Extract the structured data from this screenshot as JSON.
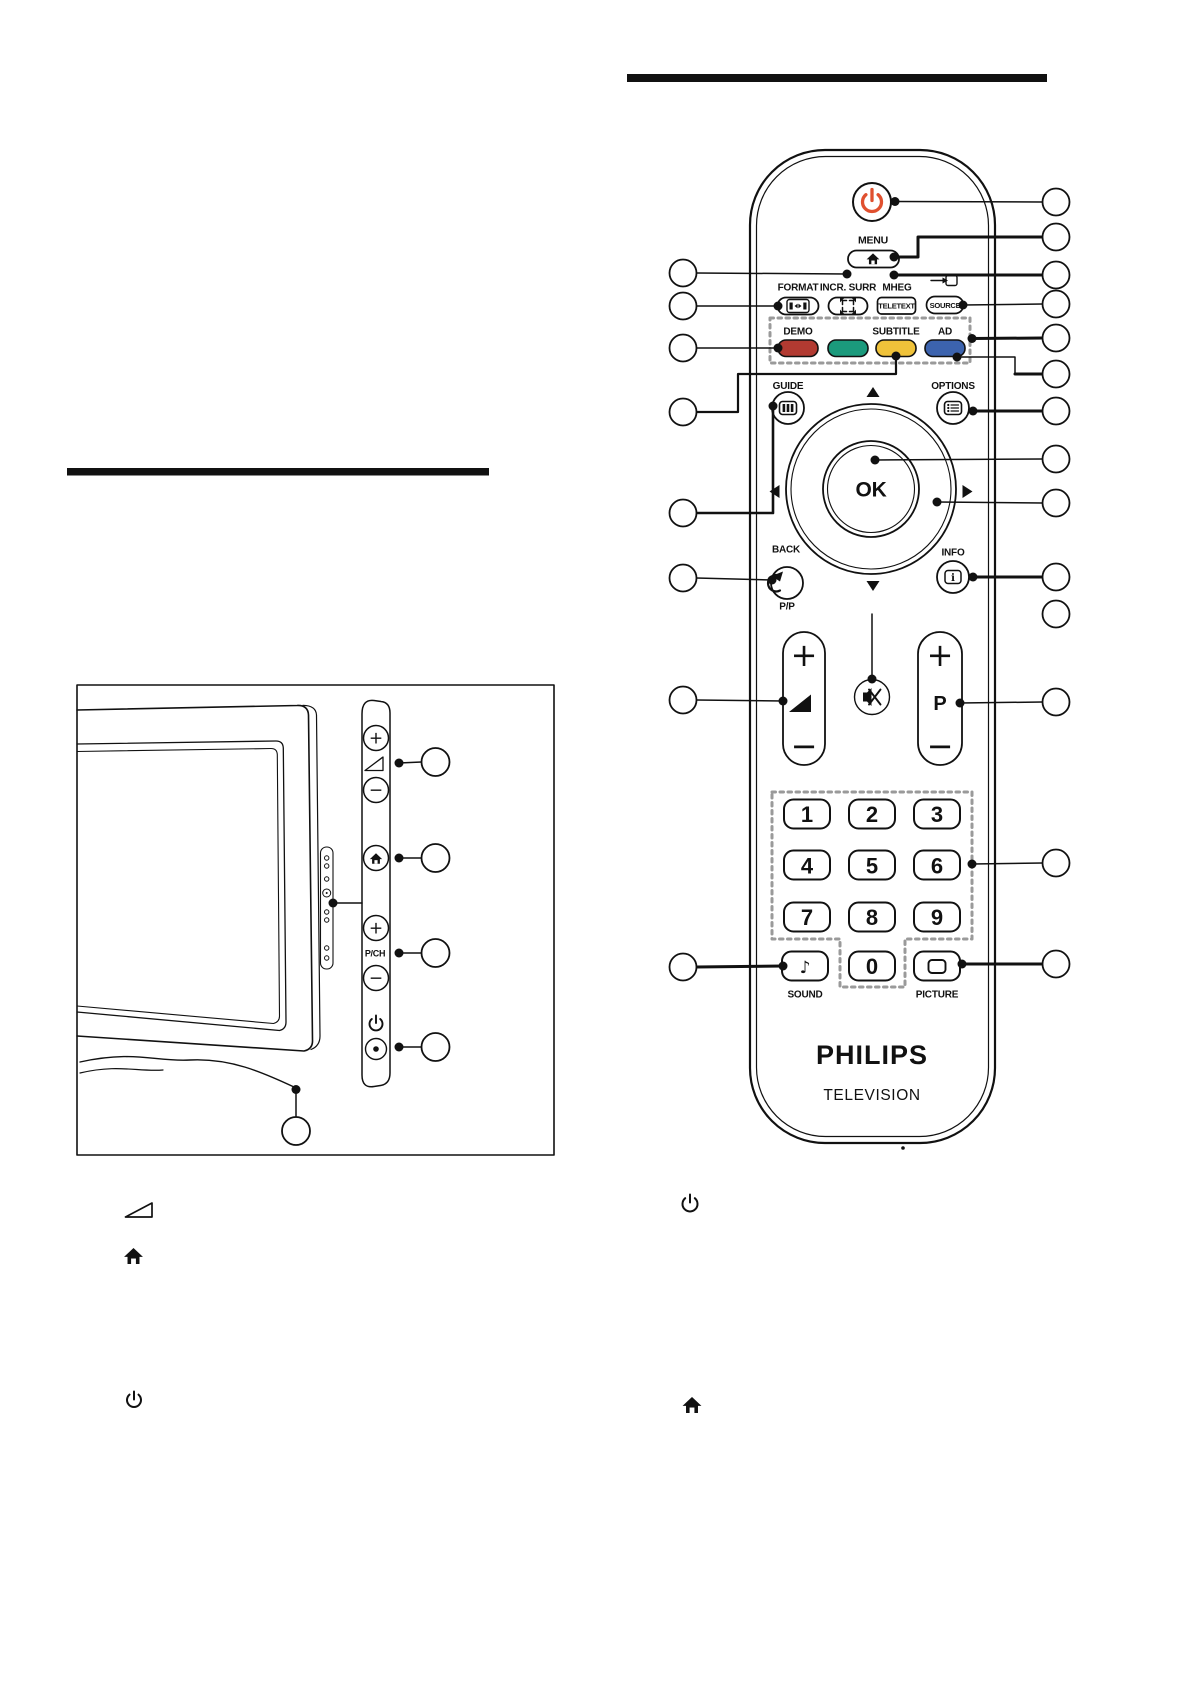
{
  "remote": {
    "menu_label": "MENU",
    "format_label": "FORMAT",
    "incr_surr_label": "INCR. SURR",
    "mheg_label": "MHEG",
    "teletext_label": "TELETEXT",
    "source_label": "SOURCE",
    "demo_label": "DEMO",
    "subtitle_label": "SUBTITLE",
    "ad_label": "AD",
    "guide_label": "GUIDE",
    "options_label": "OPTIONS",
    "ok_label": "OK",
    "back_label": "BACK",
    "pp_label": "P/P",
    "info_label": "INFO",
    "info_icon_letter": "i",
    "volume_plus": "+",
    "volume_minus": "−",
    "program_plus": "+",
    "program_letter": "P",
    "program_minus": "−",
    "digits": [
      "1",
      "2",
      "3",
      "4",
      "5",
      "6",
      "7",
      "8",
      "9",
      "0"
    ],
    "sound_label": "SOUND",
    "sound_note": "♪",
    "picture_label": "PICTURE",
    "brand": "PHILIPS",
    "product": "TELEVISION"
  },
  "tv": {
    "volume_plus": "+",
    "volume_minus": "−",
    "pch_label": "P/CH",
    "pch_plus": "+",
    "pch_minus": "−"
  },
  "colors": {
    "power_icon": "#e0502f",
    "red_key": "#b23a31",
    "green_key": "#1b9a7c",
    "yellow_key": "#efc23a",
    "blue_key": "#3c63ae",
    "dashed_border": "#9a9a9a"
  }
}
